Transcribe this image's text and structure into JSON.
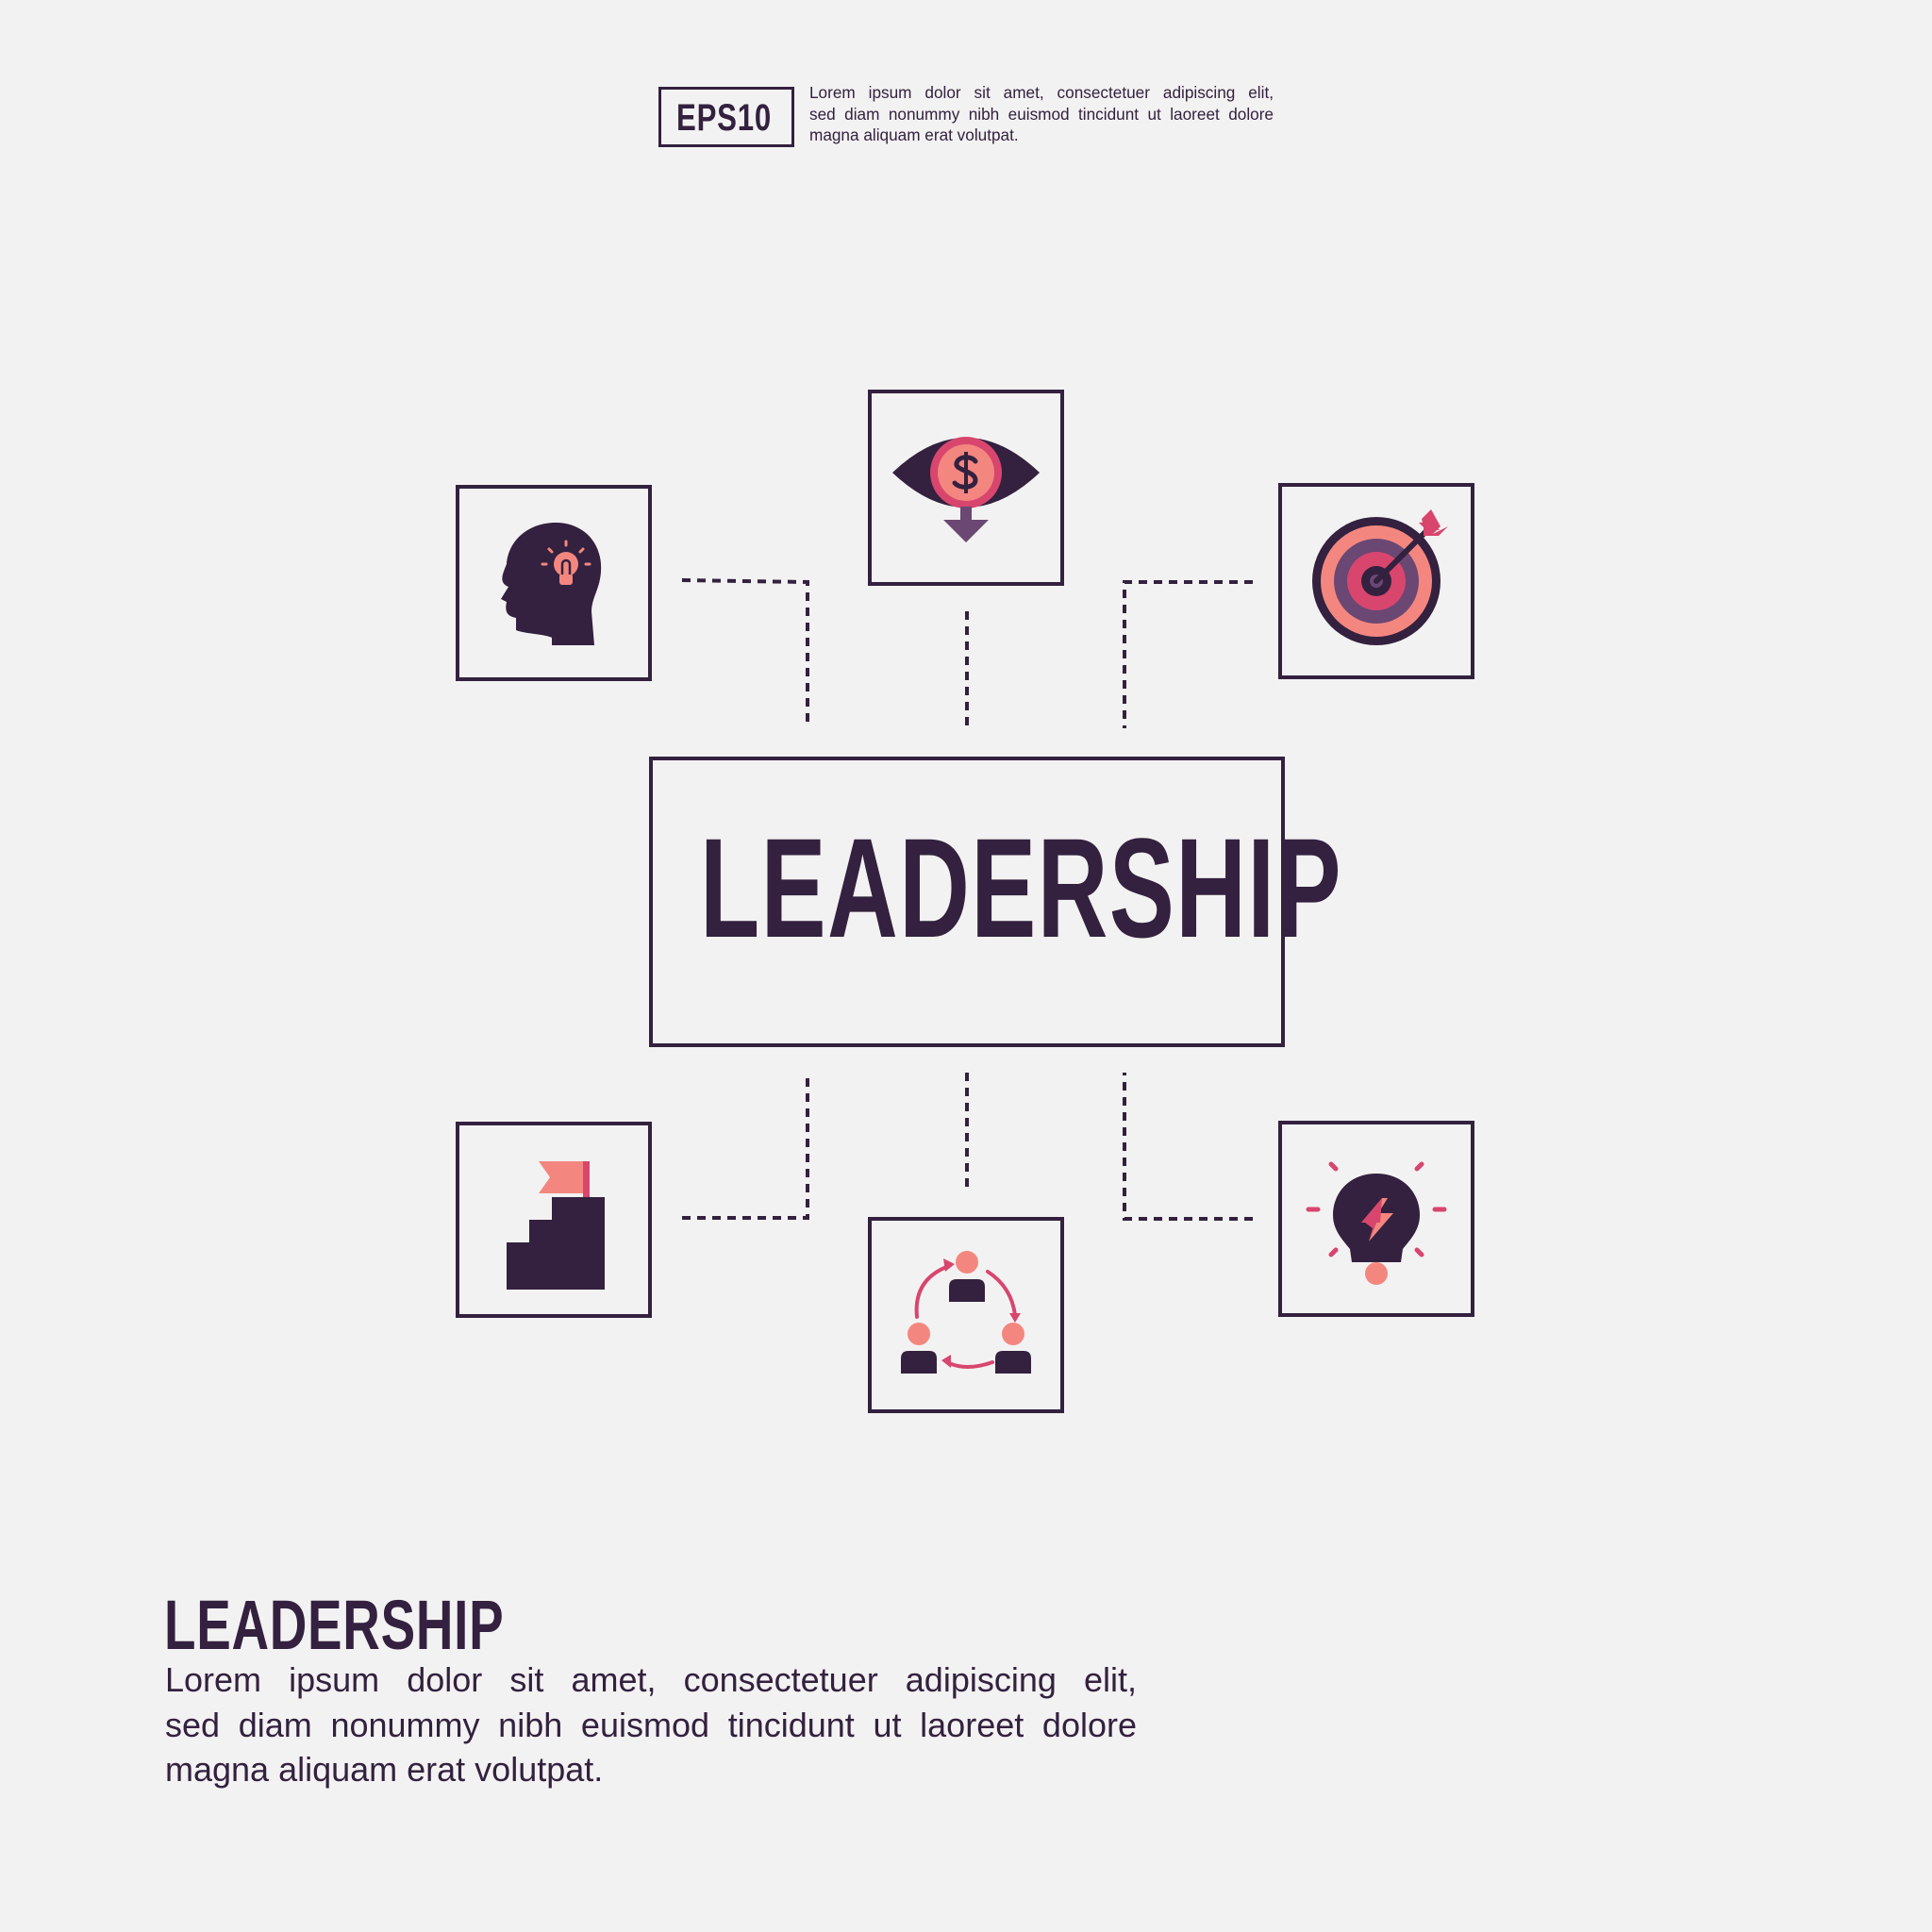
{
  "header": {
    "badge_label": "EPS10",
    "text_lines": [
      "Lorem ipsum dolor sit amet, consectetuer adipiscing elit,",
      "sed diam nonummy nibh euismod tincidunt ut laoreet dolore",
      "magna aliquam erat volutpat."
    ]
  },
  "center": {
    "title": "LEADERSHIP"
  },
  "icons": [
    {
      "name": "head-lightbulb-icon"
    },
    {
      "name": "eye-dollar-icon"
    },
    {
      "name": "target-arrow-icon"
    },
    {
      "name": "stairs-flag-icon"
    },
    {
      "name": "team-cycle-icon"
    },
    {
      "name": "lightbulb-energy-icon"
    }
  ],
  "footer": {
    "title": "LEADERSHIP",
    "text_lines": [
      "Lorem ipsum dolor sit amet, consectetuer adipiscing elit,",
      "sed diam nonummy nibh euismod tincidunt ut laoreet dolore",
      "magna aliquam erat volutpat."
    ]
  },
  "colors": {
    "dark": "#33213f",
    "pink": "#f3877f",
    "magenta": "#d8466e",
    "purple": "#6b4773",
    "background": "#f3f2f2"
  }
}
